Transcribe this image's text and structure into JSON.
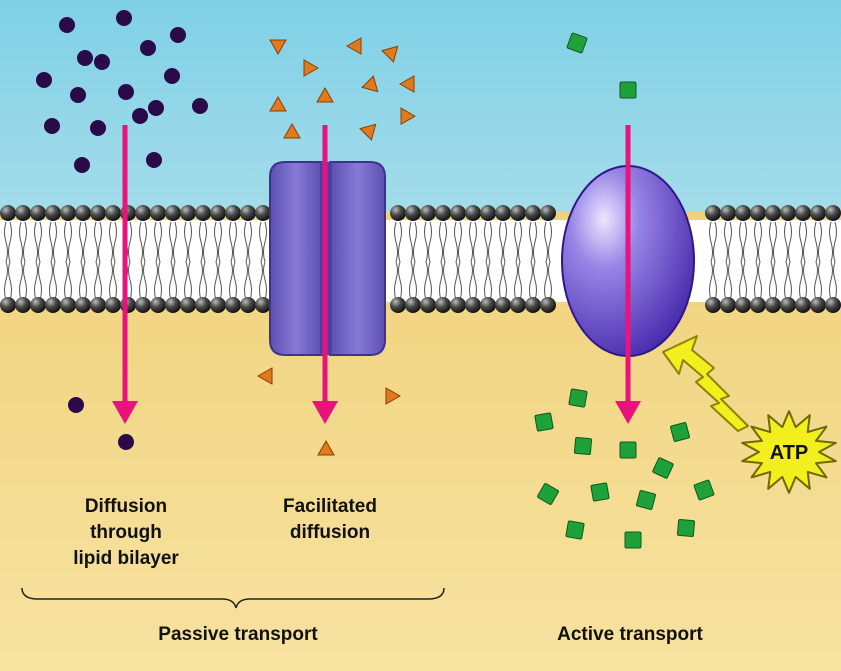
{
  "labels": {
    "diffusion": [
      "Diffusion",
      "through",
      "lipid bilayer"
    ],
    "facilitated": [
      "Facilitated",
      "diffusion"
    ],
    "passive": "Passive transport",
    "active": "Active transport",
    "atp": "ATP"
  },
  "colors": {
    "extracellular": "#8fd6e8",
    "intracellular": "#f2d27a",
    "solute_diffusion": "#2b0a4a",
    "solute_facilitated": "#e07a1c",
    "solute_active": "#1fa13a",
    "arrow": "#e8137d",
    "channel_protein": "#7568c6",
    "pump_protein": "#6a4fc4",
    "atp_burst": "#f3ef1e"
  }
}
